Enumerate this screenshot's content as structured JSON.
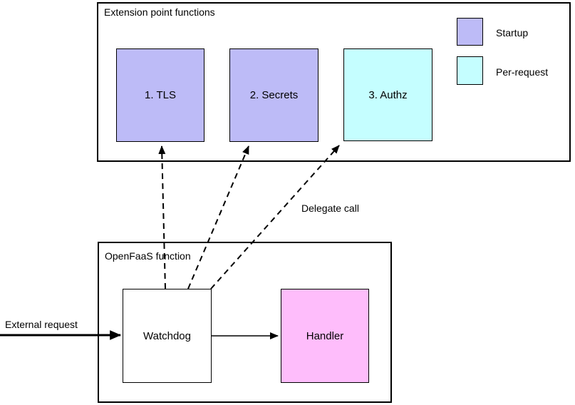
{
  "diagram": {
    "extension_container": {
      "title": "Extension point functions"
    },
    "openfaas_container": {
      "title": "OpenFaaS function"
    },
    "boxes": {
      "tls": "1. TLS",
      "secrets": "2. Secrets",
      "authz": "3. Authz",
      "watchdog": "Watchdog",
      "handler": "Handler"
    },
    "legend": [
      {
        "label": "Startup",
        "color": "#bdbbf7"
      },
      {
        "label": "Per-request",
        "color": "#c5feff"
      }
    ],
    "annotations": {
      "external_request": "External request",
      "delegate_call": "Delegate call"
    },
    "colors": {
      "startup": "#bdbbf7",
      "per_request": "#c5feff",
      "handler": "#febdfb",
      "line": "#000000",
      "background": "#ffffff"
    }
  }
}
